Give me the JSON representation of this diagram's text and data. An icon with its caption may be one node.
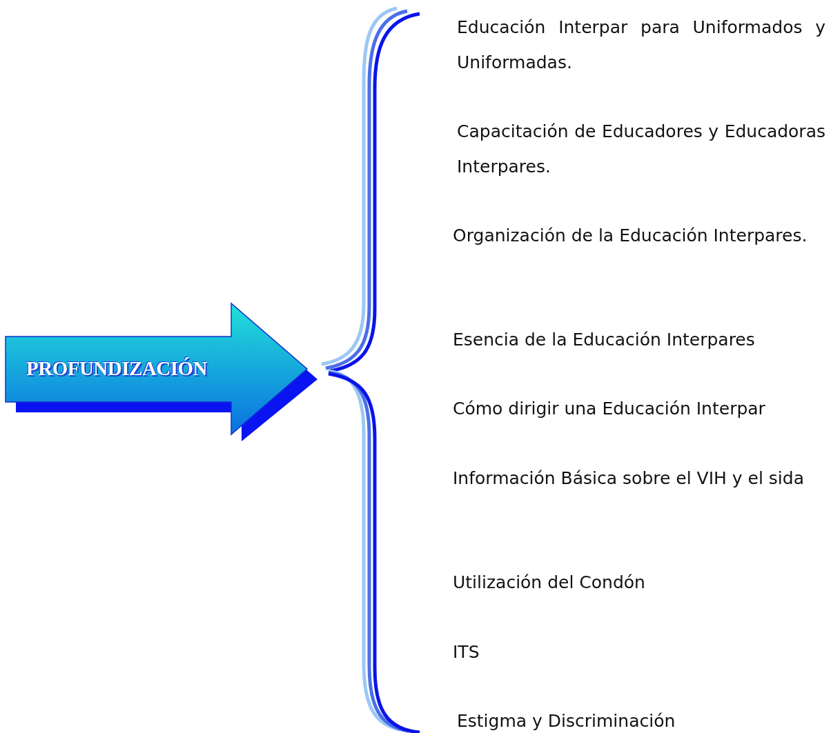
{
  "diagram": {
    "nodes": [
      {
        "text": [
          "PROFUNDIZACIÓN"
        ]
      }
    ],
    "labels": [
      "Educación Interpar para Uniformados y Uniformadas.",
      "Capacitación de Educadores y Educadoras Interpares.",
      "Organización de la Educación Interpares.",
      "Esencia de la Educación Interpares",
      "Cómo dirigir una Educación Interpar",
      "Información Básica sobre el VIH y el sida",
      "Utilización del Condón",
      "ITS",
      "Estigma y Discriminación"
    ]
  }
}
